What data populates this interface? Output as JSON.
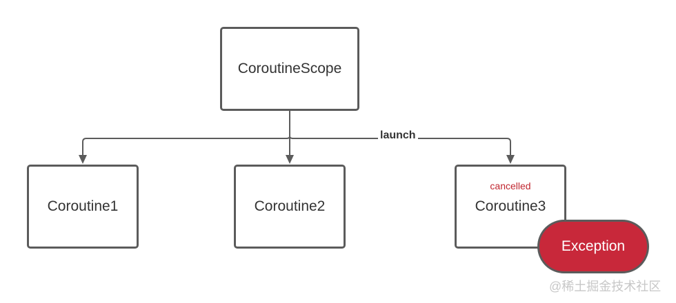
{
  "colors": {
    "stroke": "#5b5b5b",
    "text": "#333333",
    "cancelled": "#c0262f",
    "exception_fill": "#c8283a",
    "background": "#ffffff"
  },
  "diagram": {
    "scope": {
      "label": "CoroutineScope"
    },
    "edge_label": "launch",
    "children": [
      {
        "label": "Coroutine1"
      },
      {
        "label": "Coroutine2"
      },
      {
        "label": "Coroutine3",
        "status": "cancelled"
      }
    ],
    "exception": {
      "label": "Exception"
    }
  },
  "watermark": "@稀土掘金技术社区"
}
